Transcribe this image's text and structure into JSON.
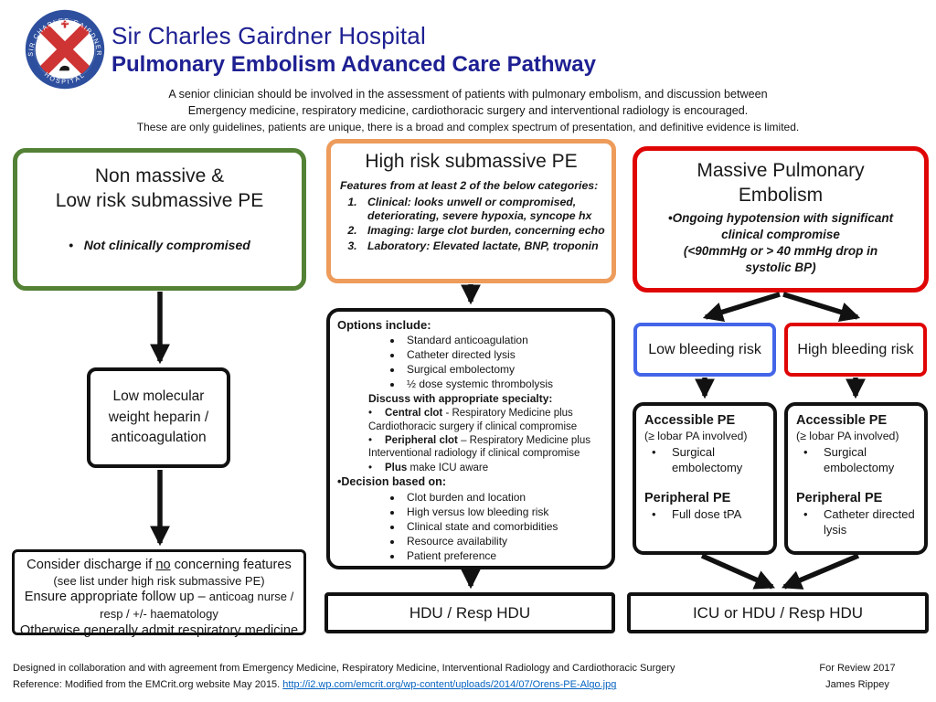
{
  "glyphs": {
    "bullet": "•"
  },
  "colors": {
    "title_navy": "#1e2092",
    "green_border": "#538135",
    "orange_border": "#ED9C5C",
    "red_border": "#E00505",
    "blue_border": "#4365E8",
    "link_blue": "#0563C1"
  },
  "header": {
    "hospital_name": "Sir Charles Gairdner Hospital",
    "document_title": "Pulmonary Embolism Advanced Care Pathway",
    "logo_top": "SIR CHARLES GAIRDNER",
    "logo_bottom": "HOSPITAL",
    "intro_line1": "A senior clinician should be involved in the assessment of patients with pulmonary embolism, and discussion between",
    "intro_line2": "Emergency medicine, respiratory medicine, cardiothoracic surgery and interventional radiology is encouraged.",
    "intro_line3": "These are only guidelines, patients are unique, there is a broad and complex spectrum of presentation, and definitive evidence is limited."
  },
  "non_massive": {
    "title_line1": "Non massive &",
    "title_line2": "Low risk submassive PE",
    "bullet": "Not clinically compromised"
  },
  "high_risk": {
    "title": "High risk submassive PE",
    "subtitle": "Features from at least 2 of the below categories:",
    "items": [
      "Clinical:  looks unwell or compromised, deteriorating,  severe hypoxia,  syncope hx",
      "Imaging: large clot burden, concerning echo",
      "Laboratory:  Elevated lactate,  BNP,  troponin"
    ]
  },
  "massive": {
    "title_line1": "Massive Pulmonary",
    "title_line2": "Embolism",
    "body1": "•Ongoing hypotension with significant clinical compromise",
    "body2": "(<90mmHg or > 40 mmHg drop in systolic BP)"
  },
  "lmwh": {
    "text": "Low molecular weight heparin / anticoagulation"
  },
  "options": {
    "heading": "Options include:",
    "list1": [
      "Standard anticoagulation",
      "Catheter directed lysis",
      "Surgical embolectomy",
      "½ dose systemic thrombolysis"
    ],
    "discuss_heading": "Discuss with appropriate specialty:",
    "discuss_items": [
      {
        "bold": "Central clot",
        "rest": " - Respiratory Medicine plus Cardiothoracic surgery if clinical compromise"
      },
      {
        "bold": "Peripheral clot",
        "rest": " – Respiratory Medicine plus Interventional radiology if clinical compromise"
      },
      {
        "bold": "Plus",
        "rest": " make ICU aware"
      }
    ],
    "decision_heading": "•Decision based on:",
    "list2": [
      "Clot burden and location",
      "High versus low bleeding risk",
      "Clinical state and comorbidities",
      "Resource availability",
      "Patient preference"
    ]
  },
  "low_bleeding": {
    "text": "Low bleeding risk"
  },
  "high_bleeding": {
    "text": "High bleeding risk"
  },
  "accessible_left": {
    "heading1": "Accessible PE",
    "sub": "(≥ lobar PA involved)",
    "item1": "Surgical embolectomy",
    "heading2": "Peripheral PE",
    "item2": "Full dose tPA"
  },
  "accessible_right": {
    "heading1": "Accessible PE",
    "sub": "(≥ lobar PA involved)",
    "item1": "Surgical embolectomy",
    "heading2": "Peripheral PE",
    "item2": "Catheter directed lysis"
  },
  "discharge": {
    "l1a": "Consider discharge if ",
    "l1b": "no",
    "l1c": " concerning features",
    "l2": "(see list under high risk submassive PE)",
    "l3a": "Ensure appropriate follow up – ",
    "l3b": "anticoag nurse / resp / +/- haematology",
    "l4": "Otherwise generally admit respiratory medicine"
  },
  "hdu": {
    "text": "HDU / Resp HDU"
  },
  "icu": {
    "text": "ICU or HDU / Resp HDU"
  },
  "footer": {
    "credit": "Designed in collaboration and with agreement from Emergency Medicine, Respiratory Medicine, Interventional Radiology and Cardiothoracic Surgery",
    "reference_prefix": "Reference:  Modified from the EMCrit.org website May 2015. ",
    "reference_link": "http://i2.wp.com/emcrit.org/wp-content/uploads/2014/07/Orens-PE-Algo.jpg",
    "review": "For Review 2017",
    "author": "James Rippey"
  }
}
